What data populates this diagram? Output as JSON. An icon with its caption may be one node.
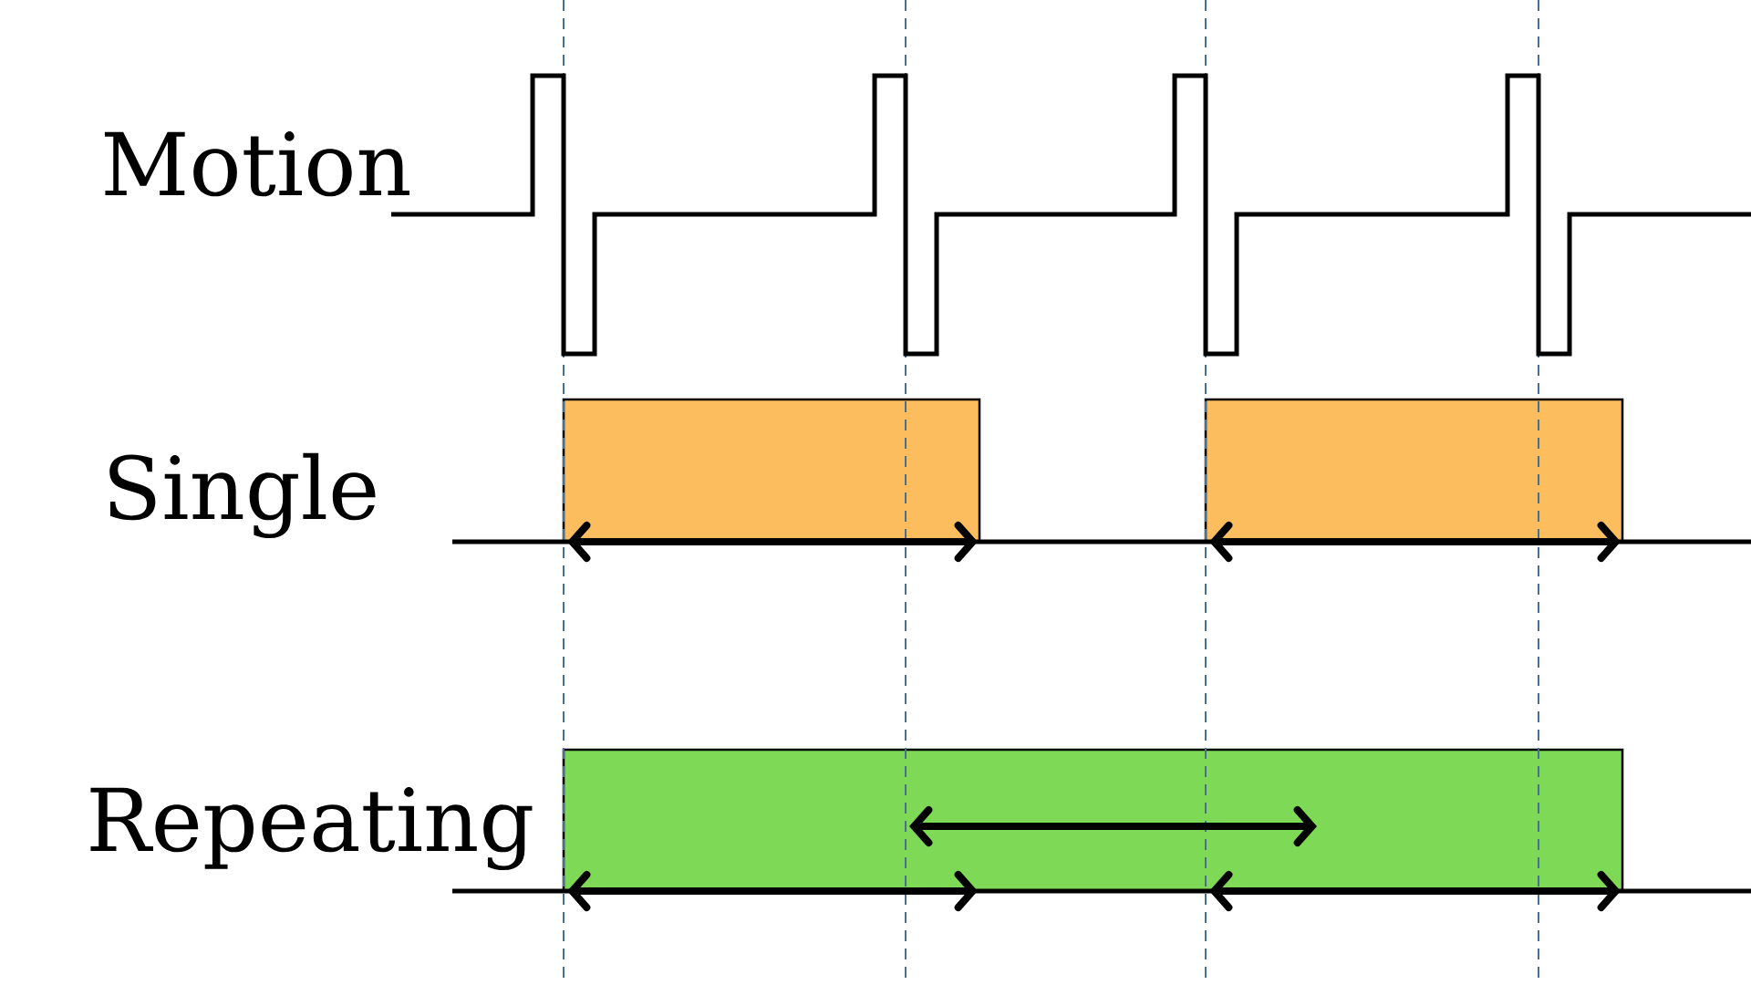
{
  "diagram": {
    "nodes": [
      {
        "text": [],
        "shape": "bar"
      },
      {
        "text": [],
        "shape": "bar"
      },
      {
        "text": [],
        "shape": "bar"
      }
    ],
    "labels": [
      "Motion",
      "Single",
      "Repeating"
    ]
  }
}
